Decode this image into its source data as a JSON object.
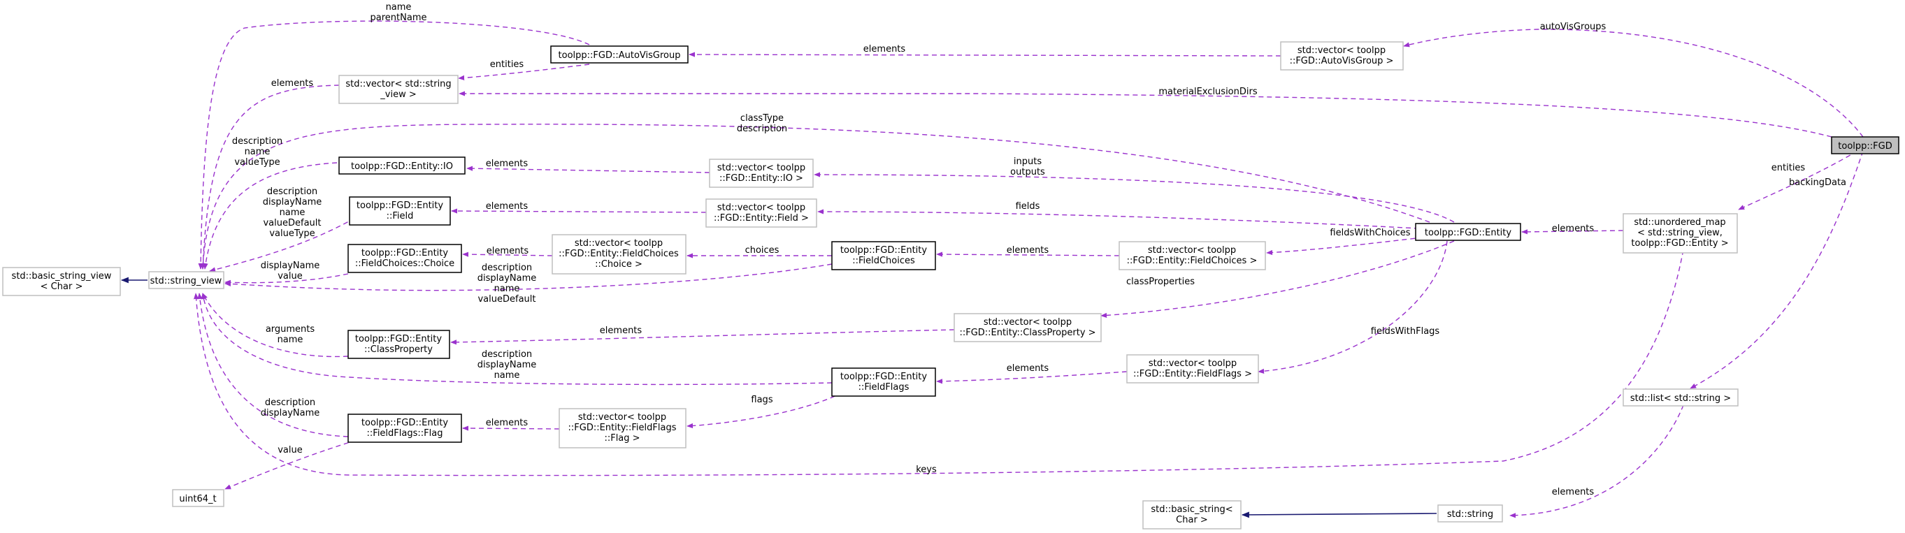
{
  "nodes": {
    "fgd": [
      "toolpp::FGD"
    ],
    "autovis": [
      "toolpp::FGD::AutoVisGroup"
    ],
    "vec_autovis": [
      "std::vector< toolpp",
      "::FGD::AutoVisGroup >"
    ],
    "vec_sv": [
      "std::vector< std::string",
      "_view >"
    ],
    "entity_io": [
      "toolpp::FGD::Entity::IO"
    ],
    "vec_io": [
      "std::vector< toolpp",
      "::FGD::Entity::IO >"
    ],
    "entity_field": [
      "toolpp::FGD::Entity",
      "::Field"
    ],
    "vec_field": [
      "std::vector< toolpp",
      "::FGD::Entity::Field >"
    ],
    "basic_sv": [
      "std::basic_string_view",
      "< Char >"
    ],
    "string_view": [
      "std::string_view"
    ],
    "choice": [
      "toolpp::FGD::Entity",
      "::FieldChoices::Choice"
    ],
    "vec_choice": [
      "std::vector< toolpp",
      "::FGD::Entity::FieldChoices",
      "::Choice >"
    ],
    "fieldchoices": [
      "toolpp::FGD::Entity",
      "::FieldChoices"
    ],
    "vec_fieldchoices": [
      "std::vector< toolpp",
      "::FGD::Entity::FieldChoices >"
    ],
    "entity": [
      "toolpp::FGD::Entity"
    ],
    "umap": [
      "std::unordered_map",
      "< std::string_view,",
      "toolpp::FGD::Entity >"
    ],
    "classprop": [
      "toolpp::FGD::Entity",
      "::ClassProperty"
    ],
    "vec_classprop": [
      "std::vector< toolpp",
      "::FGD::Entity::ClassProperty >"
    ],
    "fieldflags": [
      "toolpp::FGD::Entity",
      "::FieldFlags"
    ],
    "vec_fieldflags": [
      "std::vector< toolpp",
      "::FGD::Entity::FieldFlags >"
    ],
    "flag": [
      "toolpp::FGD::Entity",
      "::FieldFlags::Flag"
    ],
    "vec_flag": [
      "std::vector< toolpp",
      "::FGD::Entity::FieldFlags",
      "::Flag >"
    ],
    "uint64": [
      "uint64_t"
    ],
    "list_string": [
      "std::list< std::string >"
    ],
    "basic_string": [
      "std::basic_string<",
      "Char >"
    ],
    "std_string": [
      "std::string"
    ]
  },
  "edge_labels": {
    "name_parentname": [
      "name",
      "parentName"
    ],
    "entities_vec": [
      "entities"
    ],
    "elements_autovis": [
      "elements"
    ],
    "autovisgroups": [
      "autoVisGroups"
    ],
    "elements_vecsv": [
      "elements"
    ],
    "materialexclusiondirs": [
      "materialExclusionDirs"
    ],
    "classtype_description": [
      "classType",
      "description"
    ],
    "io_members": [
      "description",
      "name",
      "valueType"
    ],
    "elements_io": [
      "elements"
    ],
    "inputs_outputs": [
      "inputs",
      "outputs"
    ],
    "entities_map": [
      "entities"
    ],
    "backingdata": [
      "backingData"
    ],
    "field_members": [
      "description",
      "displayName",
      "name",
      "valueDefault",
      "valueType"
    ],
    "elements_field": [
      "elements"
    ],
    "fields": [
      "fields"
    ],
    "choice_members": [
      "displayName",
      "value"
    ],
    "elements_choice": [
      "elements"
    ],
    "choices": [
      "choices"
    ],
    "elements_fieldchoices": [
      "elements"
    ],
    "fieldswithchoices": [
      "fieldsWithChoices"
    ],
    "elements_entity": [
      "elements"
    ],
    "fieldchoices_members": [
      "description",
      "displayName",
      "name",
      "valueDefault"
    ],
    "classproperties": [
      "classProperties"
    ],
    "classprop_members": [
      "arguments",
      "name"
    ],
    "elements_classprop": [
      "elements"
    ],
    "fieldswithflags": [
      "fieldsWithFlags"
    ],
    "fieldflags_members": [
      "description",
      "displayName",
      "name"
    ],
    "elements_fieldflags": [
      "elements"
    ],
    "flags": [
      "flags"
    ],
    "flag_members": [
      "description",
      "displayName"
    ],
    "elements_flag": [
      "elements"
    ],
    "value": [
      "value"
    ],
    "keys": [
      "keys"
    ],
    "elements_string": [
      "elements"
    ]
  },
  "colors": {
    "usage_edge": "#9a32cd",
    "inheritance_edge": "#191970",
    "root_fill": "#bfbfbf",
    "strong_border": "#000000",
    "weak_border": "#bfbfbf"
  }
}
